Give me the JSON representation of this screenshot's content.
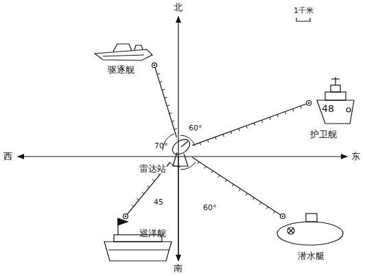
{
  "diagram": {
    "nodes": [
      {
        "text": [
          "驱逐舰"
        ]
      },
      {
        "text": [
          "护卫舰"
        ]
      },
      {
        "text": [
          "雷达站"
        ]
      },
      {
        "text": [
          "巡洋舰"
        ]
      },
      {
        "text": [
          "潜水艇"
        ]
      }
    ],
    "edges": [
      {
        "from": 2,
        "to": 0,
        "arrow": "none"
      },
      {
        "from": 2,
        "to": 1,
        "arrow": "none"
      },
      {
        "from": 2,
        "to": 3,
        "arrow": "none"
      },
      {
        "from": 2,
        "to": 4,
        "arrow": "none"
      }
    ],
    "labels": [
      "北",
      "南",
      "西",
      "东",
      "1千米",
      "60°",
      "70°",
      "45",
      "60°",
      "48"
    ]
  }
}
